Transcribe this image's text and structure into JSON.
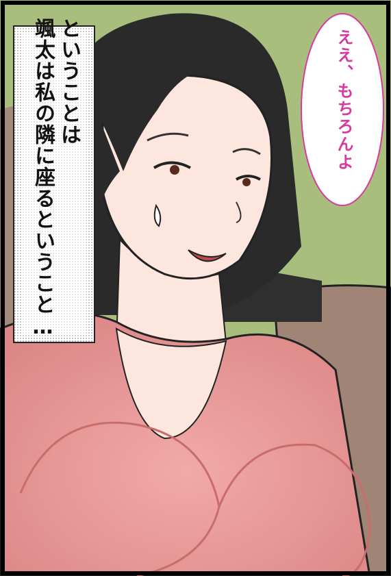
{
  "panel": {
    "narration": {
      "line1": "ということは",
      "line2": "颯太は私の隣に座るということ…"
    },
    "speech_bubble": {
      "text": "ええ、もちろんよ"
    },
    "colors": {
      "background_wall": "#a9bd7c",
      "sofa": "#a08577",
      "sweater": "#e79a9a",
      "hair": "#2a2a2a",
      "skin": "#fde6dd",
      "speech_text": "#d63aa0",
      "speech_border": "#d63aa0"
    }
  }
}
